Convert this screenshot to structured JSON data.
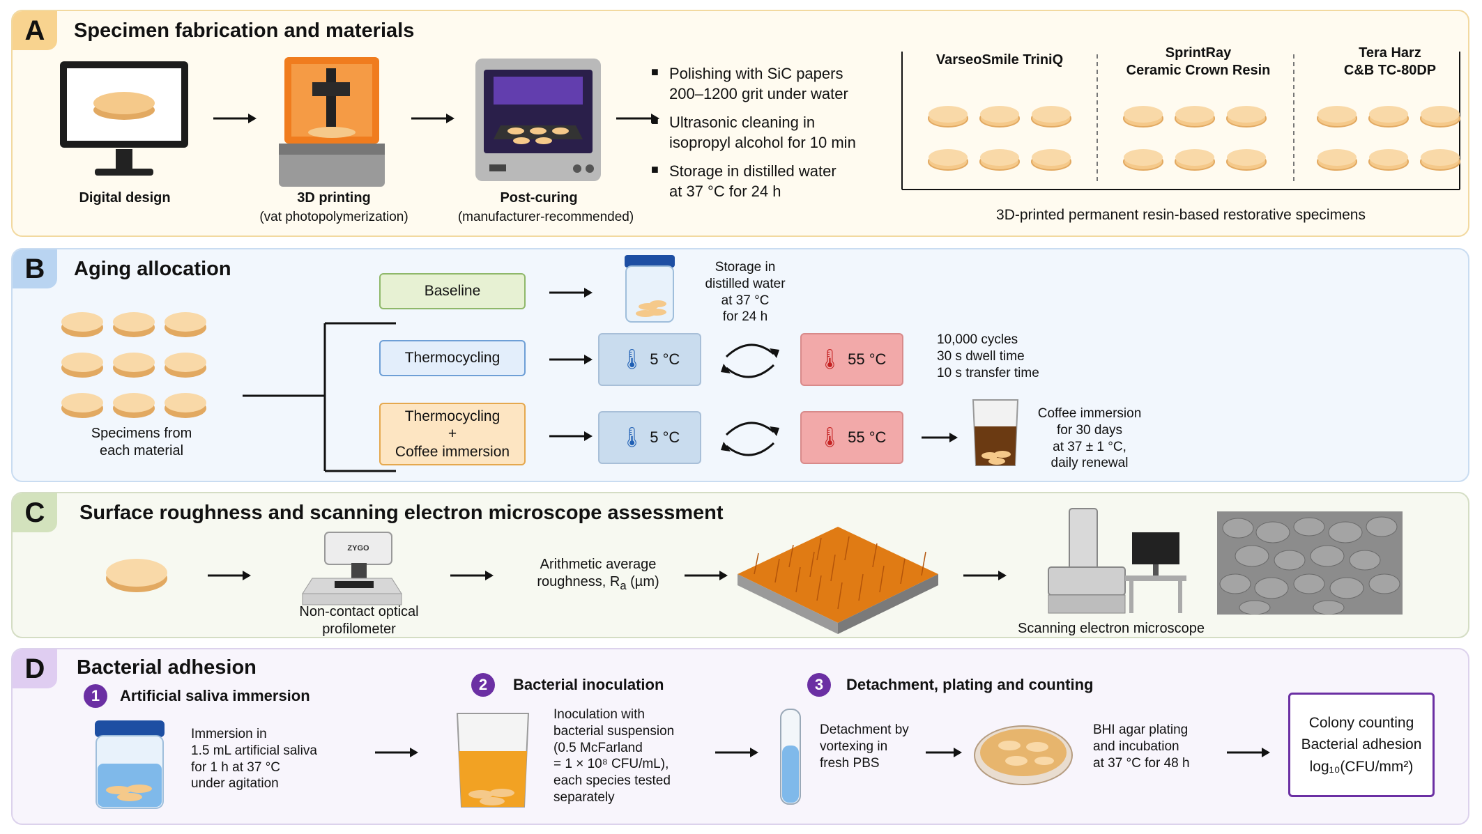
{
  "panels": {
    "a": {
      "badge": "A",
      "title": "Specimen fabrication and materials",
      "steps": {
        "digital": "Digital design",
        "printing": "3D printing",
        "printing_sub": "(vat photopolymerization)",
        "postcure": "Post-curing",
        "postcure_sub": "(manufacturer-recommended)"
      },
      "bullets": [
        "Polishing with SiC papers",
        "200–1200 grit under water",
        "Ultrasonic cleaning in",
        "isopropyl alcohol for 10 min",
        "Storage in distilled water",
        "at 37 °C for 24 h"
      ],
      "materials": [
        {
          "line1": "VarseoSmile TriniQ",
          "line2": ""
        },
        {
          "line1": "SprintRay",
          "line2": "Ceramic Crown Resin"
        },
        {
          "line1": "Tera Harz",
          "line2": "C&B TC-80DP"
        }
      ],
      "materials_caption": "3D-printed permanent resin-based restorative specimens"
    },
    "b": {
      "badge": "B",
      "title": "Aging allocation",
      "specimens_label_1": "Specimens from",
      "specimens_label_2": "each material",
      "groups": {
        "baseline": "Baseline",
        "thermo": "Thermocycling",
        "combo_1": "Thermocycling",
        "combo_plus": "+",
        "combo_2": "Coffee immersion"
      },
      "storage": [
        "Storage in",
        "distilled water",
        "at 37 °C",
        "for 24 h"
      ],
      "cold": "5 °C",
      "hot": "55 °C",
      "cycle_info": [
        "10,000 cycles",
        "30 s dwell time",
        "10 s transfer time"
      ],
      "coffee_info": [
        "Coffee immersion",
        "for 30 days",
        "at 37 ± 1 °C,",
        "daily renewal"
      ]
    },
    "c": {
      "badge": "C",
      "title": "Surface roughness and scanning electron microscope assessment",
      "profilometer_1": "Non-contact optical",
      "profilometer_2": "profilometer",
      "roughness_1": "Arithmetic average",
      "roughness_2": "roughness, R",
      "roughness_sub": "a",
      "roughness_unit": " (µm)",
      "sem": "Scanning electron microscope",
      "device_brand": "ZYGO"
    },
    "d": {
      "badge": "D",
      "title": "Bacterial adhesion",
      "step1": {
        "num": "1",
        "title": "Artificial saliva immersion",
        "text": [
          "Immersion in",
          "1.5 mL artificial saliva",
          "for 1 h at 37 °C",
          "under agitation"
        ]
      },
      "step2": {
        "num": "2",
        "title": "Bacterial inoculation",
        "text": [
          "Inoculation with",
          "bacterial suspension",
          "(0.5 McFarland",
          "= 1 × 10⁸ CFU/mL),",
          "each species tested",
          "separately"
        ]
      },
      "step3": {
        "num": "3",
        "title": "Detachment, plating and counting",
        "detach": [
          "Detachment by",
          "vortexing in",
          "fresh PBS"
        ],
        "plating": [
          "BHI agar plating",
          "and incubation",
          "at 37 °C for 48 h"
        ]
      },
      "result": [
        "Colony counting",
        "Bacterial adhesion",
        "log₁₀(CFU/mm²)"
      ]
    }
  },
  "colors": {
    "disc": "#f5c98a",
    "disc_edge": "#e2a961",
    "accent_purple": "#6b2fa3",
    "cold": "#c9dcee",
    "hot": "#f2a9a9"
  }
}
